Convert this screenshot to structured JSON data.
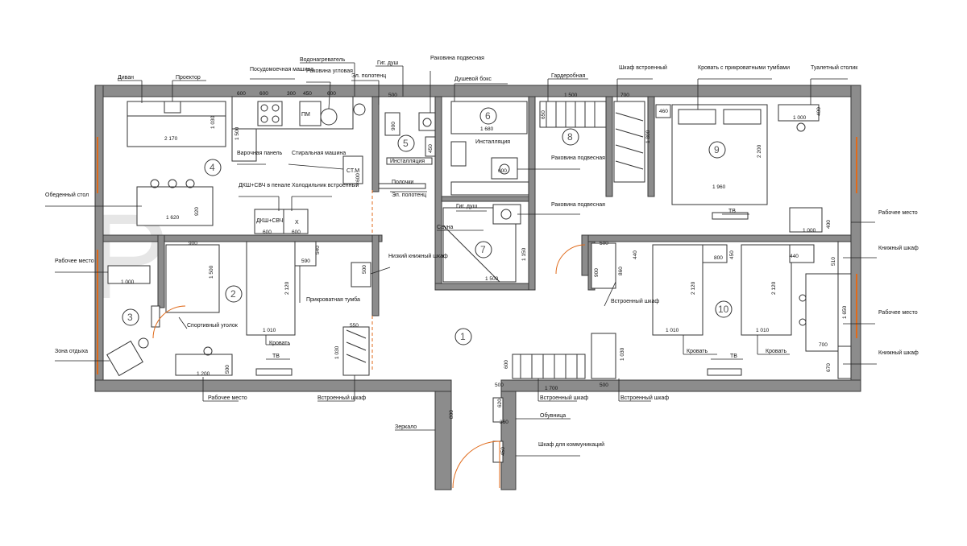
{
  "labels": {
    "divan": "Диван",
    "proektor": "Проектор",
    "posudomoechnaya": "Посудомоечная машина",
    "vodonagrevatel": "Водонагреватель",
    "rakovina_uglovaya": "Раковина угловая",
    "gig_dush_top": "Гиг. душ",
    "el_polotenc_top": "Эл. полотенц",
    "rakovina_podvesnaya_top": "Раковина подвесная",
    "dushevoy_boks": "Душевой бокс",
    "garderobnaya": "Гардеробная",
    "shkaf_vstroenny_top": "Шкаф встроенный",
    "krovat_s_tumbami": "Кровать с прикроватными тумбами",
    "tualetny_stolik": "Туалетный столик",
    "varochnaya_panel": "Варочная панель",
    "stiralnaya_mashina": "Стиральная машина",
    "installyaciya_5": "Инсталляция",
    "installyaciya_6": "Инсталляция",
    "rakovina_podvesnaya_mid": "Раковина подвесная",
    "dkshsvch": "ДКШ+СВЧ в пенале",
    "holodilnik": "Холодильник встроенный",
    "polochki": "Полочки",
    "el_polotenc_mid": "Эл. полотенц",
    "obedenny_stol": "Обеденный стол",
    "gig_dush_mid": "Гиг. душ",
    "rakovina_podvesnaya_bot": "Раковина подвесная",
    "sauna": "Сауна",
    "rabochee_mesto_left": "Рабочее место",
    "nizkiy_knizhny_shkaf": "Низкий книжный шкаф",
    "prikrovatnaya_tumba": "Прикроватная тумба",
    "sportivny_ugolok": "Спортивный уголок",
    "zona_otdyha": "Зона отдыха",
    "krovat_2": "Кровать",
    "tv_2": "ТВ",
    "rabochee_mesto_bottom": "Рабочее место",
    "vstroenny_shkaf_bottom_left": "Встроенный шкаф",
    "vstroenny_shkaf_mid": "Встроенный шкаф",
    "vstroenny_shkaf_bottom_mid": "Встроенный шкаф",
    "obuvnica": "Обувница",
    "vstroenny_shkaf_bottom_right": "Встроенный шкаф",
    "zerkalo": "Зеркало",
    "shkaf_kommunikaciy": "Шкаф для коммуникаций",
    "krovat_10a": "Кровать",
    "krovat_10b": "Кровать",
    "tv_10": "ТВ",
    "tv_9": "ТВ",
    "rabochee_mesto_9": "Рабочее место",
    "knizhny_shkaf_top": "Книжный шкаф",
    "rabochee_mesto_10": "Рабочее место",
    "knizhny_shkaf_bottom": "Книжный шкаф"
  },
  "appliance_marks": {
    "pm": "ПМ",
    "stm": "СТ.М",
    "dksh": "ДКШ+СВЧ",
    "x": "X"
  },
  "rooms": [
    "1",
    "2",
    "3",
    "4",
    "5",
    "6",
    "7",
    "8",
    "9",
    "10"
  ],
  "dims": {
    "d600a": "600",
    "d600b": "600",
    "d300": "300",
    "d450": "450",
    "d600c": "600",
    "d500_top": "500",
    "d1500_top": "1 500",
    "d700_top": "700",
    "d2170": "2 170",
    "d1030": "1 030",
    "d1500_kitchen": "1 500",
    "d1680": "1 680",
    "d650": "650",
    "d1800": "1 800",
    "d2200": "2 200",
    "d1960": "1 960",
    "d460": "460",
    "d1000_top": "1 000",
    "d400_top": "400",
    "d1620": "1 620",
    "d920": "920",
    "d600_fridge": "600",
    "d600_ksh": "600",
    "d900_5": "900",
    "d450_5": "450",
    "d600_5b": "600",
    "d600_6": "600",
    "d1000_9": "1 000",
    "d400_9": "400",
    "d900_2": "900",
    "d1500_2": "1 500",
    "d1000_3": "1 000",
    "d2120_2": "2 120",
    "d590": "590",
    "d540": "540",
    "d1010_2": "1 010",
    "d500_2": "500",
    "d1200": "1 200",
    "d500_bot": "500",
    "d1030_1": "1 030",
    "d550": "550",
    "d1500_7": "1 500",
    "d1150": "1 150",
    "d900_8": "900",
    "d500_8": "500",
    "d860": "860",
    "d440": "440",
    "d2120_10a": "2 120",
    "d800_10": "800",
    "d450_10": "450",
    "d2120_10b": "2 120",
    "d440_10": "440",
    "d510": "510",
    "d1650": "1 650",
    "d1010_10a": "1 010",
    "d1010_10b": "1 010",
    "d700_10": "700",
    "d670": "670",
    "d500_10": "500",
    "d1030_10": "1 030",
    "d600_hall": "600",
    "d1700": "1 700",
    "d500_hall": "500",
    "d800_mirror": "800",
    "d360": "360",
    "d450_comm": "450",
    "d620": "620"
  }
}
